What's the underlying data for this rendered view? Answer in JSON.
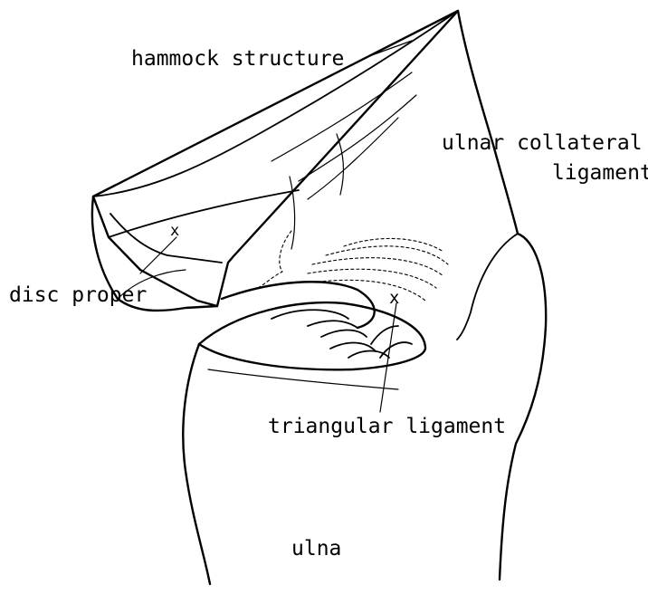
{
  "labels": {
    "hammock": "hammock structure",
    "ulnar_line1": "ulnar collateral",
    "ulnar_line2": "ligament",
    "disc": "disc proper",
    "triangular": "triangular ligament",
    "ulna": "ulna"
  },
  "marks": {
    "point_marker": "x"
  },
  "colors": {
    "ink": "#000000",
    "paper": "#ffffff"
  }
}
